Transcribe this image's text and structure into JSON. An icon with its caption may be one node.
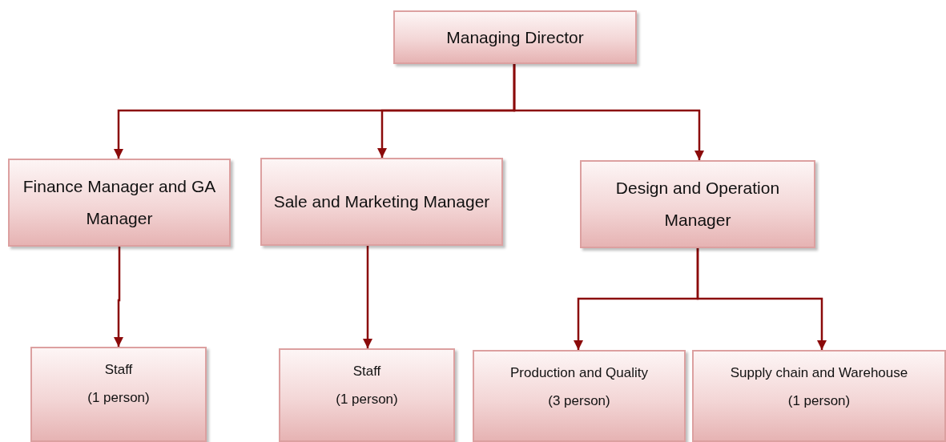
{
  "diagram": {
    "nodes": [
      {
        "text": [
          "Managing Director"
        ]
      },
      {
        "text": [
          "Finance Manager and GA Manager"
        ]
      },
      {
        "text": [
          "Sale and Marketing Manager"
        ]
      },
      {
        "text": [
          "Design and Operation Manager"
        ]
      },
      {
        "text": [
          "Staff",
          "(1 person)"
        ]
      },
      {
        "text": [
          "Staff",
          "(1 person)"
        ]
      },
      {
        "text": [
          "Production and Quality",
          "(3 person)"
        ]
      },
      {
        "text": [
          "Supply chain and Warehouse",
          "(1 person)"
        ]
      }
    ],
    "edges": [
      {
        "from": 0,
        "to": 1,
        "arrow": "to"
      },
      {
        "from": 0,
        "to": 2,
        "arrow": "to"
      },
      {
        "from": 0,
        "to": 3,
        "arrow": "to"
      },
      {
        "from": 1,
        "to": 4,
        "arrow": "to"
      },
      {
        "from": 2,
        "to": 5,
        "arrow": "to"
      },
      {
        "from": 3,
        "to": 6,
        "arrow": "to"
      },
      {
        "from": 3,
        "to": 7,
        "arrow": "to"
      }
    ]
  }
}
